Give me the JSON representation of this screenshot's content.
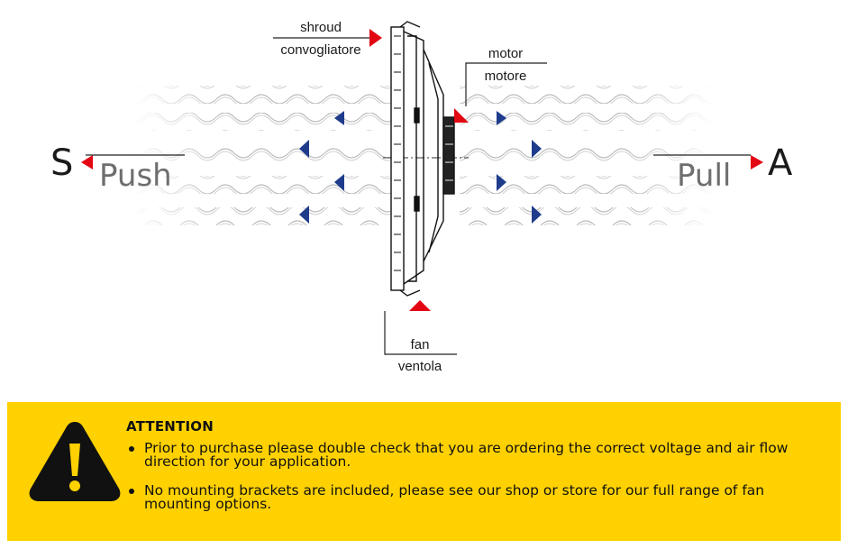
{
  "labels": {
    "shroud_en": "shroud",
    "shroud_it": "convogliatore",
    "motor_en": "motor",
    "motor_it": "motore",
    "fan_en": "fan",
    "fan_it": "ventola",
    "left_letter": "S",
    "left_word": "Push",
    "right_letter": "A",
    "right_word": "Pull"
  },
  "colors": {
    "red_arrow": "#e30613",
    "blue_arrow": "#1f3c8c",
    "attention_bg": "#ffd100"
  },
  "attention": {
    "icon": "warning-triangle-icon",
    "title": "ATTENTION",
    "items": [
      "Prior to purchase please double check that you are ordering the correct voltage and air flow direction for your application.",
      "No mounting brackets are included, please see our shop or store for our full range of fan mounting options."
    ]
  }
}
